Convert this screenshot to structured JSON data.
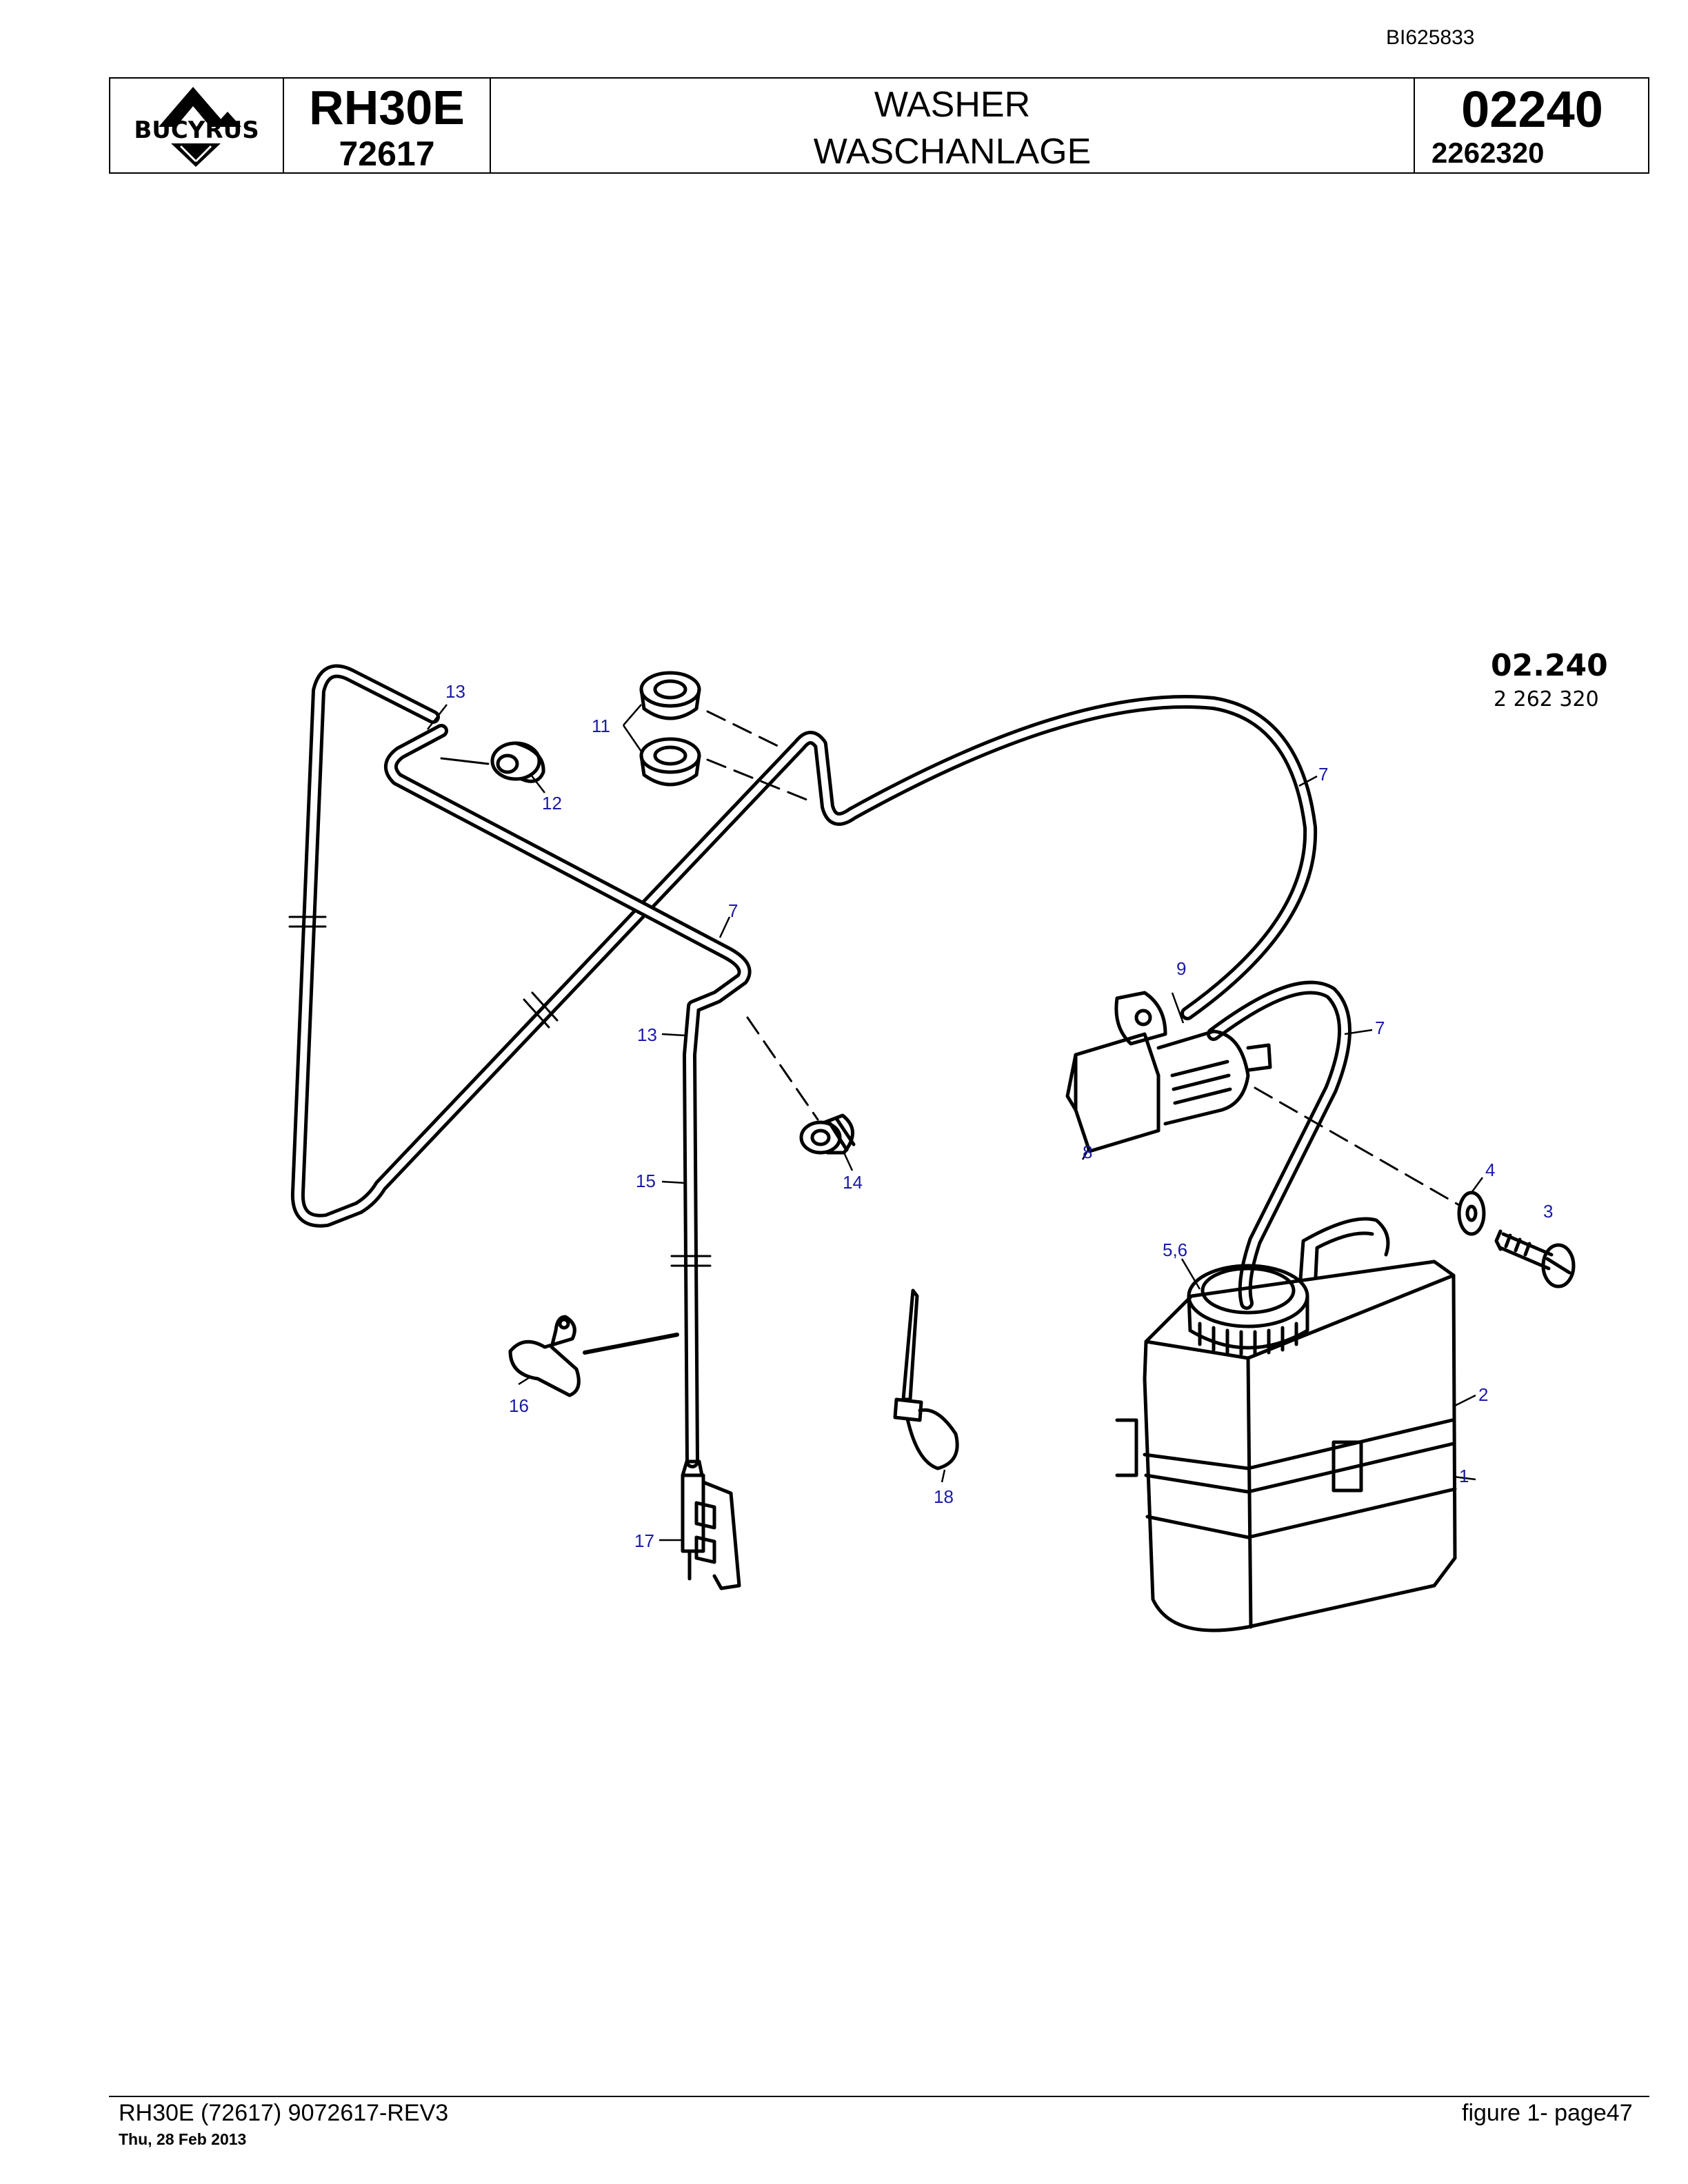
{
  "document": {
    "doc_id": "BI625833"
  },
  "header": {
    "logo_text": "BUCYRUS",
    "model": "RH30E",
    "serial": "72617",
    "title_en": "WASHER",
    "title_de": "WASCHANLAGE",
    "group_code": "02240",
    "part_number": "2262320"
  },
  "figure": {
    "reference_code": "02.240",
    "reference_number": "2 262 320",
    "callouts": [
      "1",
      "2",
      "3",
      "4",
      "5,6",
      "7",
      "7",
      "7",
      "8",
      "9",
      "11",
      "12",
      "13",
      "13",
      "14",
      "15",
      "16",
      "17",
      "18"
    ],
    "line_color": "#000000",
    "callout_color": "#1a1aa6"
  },
  "footer": {
    "left": "RH30E (72617) 9072617-REV3",
    "date": "Thu, 28 Feb 2013",
    "right": "figure  1- page47"
  }
}
